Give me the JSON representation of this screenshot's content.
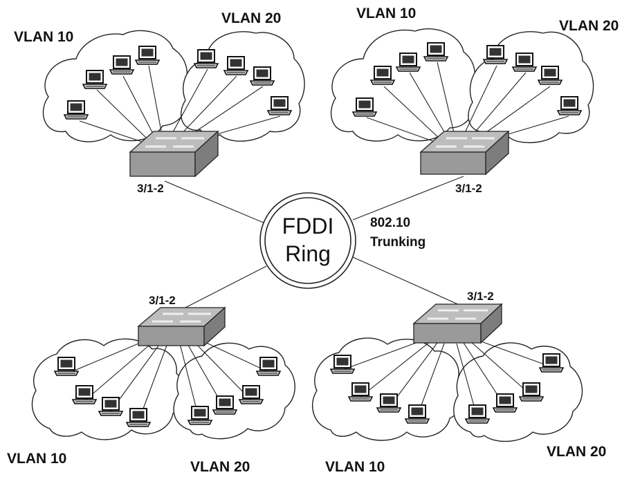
{
  "ring": {
    "line1": "FDDI",
    "line2": "Ring"
  },
  "trunk": {
    "line1": "802.10",
    "line2": "Trunking"
  },
  "switches": [
    {
      "port": "3/1-2",
      "vlans": [
        "VLAN 10",
        "VLAN 20"
      ]
    },
    {
      "port": "3/1-2",
      "vlans": [
        "VLAN 10",
        "VLAN 20"
      ]
    },
    {
      "port": "3/1-2",
      "vlans": [
        "VLAN 10",
        "VLAN 20"
      ]
    },
    {
      "port": "3/1-2",
      "vlans": [
        "VLAN 10",
        "VLAN 20"
      ]
    }
  ],
  "colors": {
    "switch_top": "#b9b9b9",
    "switch_side": "#8a8a8a",
    "line": "#222222"
  }
}
